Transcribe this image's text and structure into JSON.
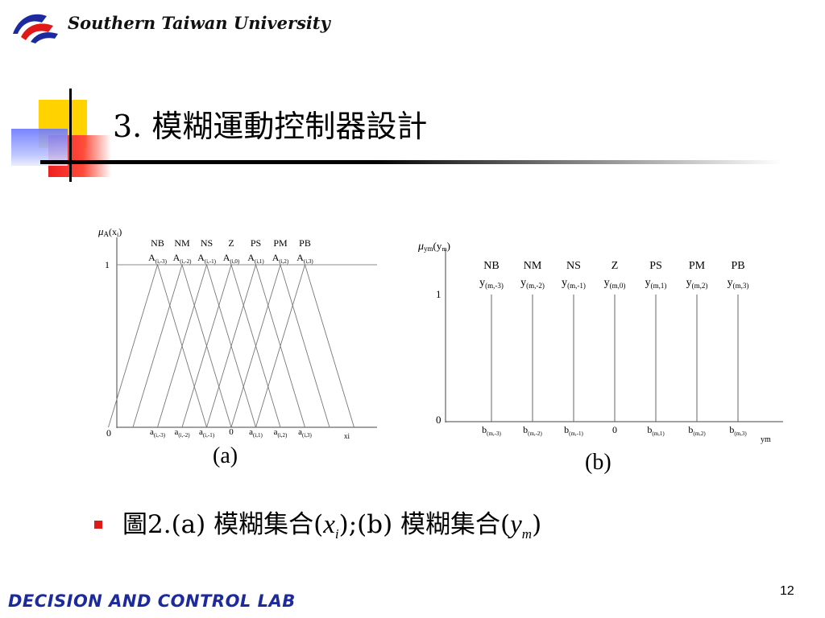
{
  "header": {
    "university": "Southern Taiwan University",
    "logo_icon": "stu-logo-icon"
  },
  "slide": {
    "title": "3. 模糊運動控制器設計",
    "caption": {
      "prefix": "圖2.(a) 模糊集合(",
      "var_a": "x",
      "var_a_sub": "i",
      "middle": ");(b) 模糊集合(",
      "var_b": "y",
      "var_b_sub": "m",
      "suffix": ")"
    }
  },
  "diagram_a": {
    "label": "(a)",
    "y_axis_label": "μ",
    "y_axis_label_sub": "A",
    "y_axis_label_arg": "(x",
    "y_axis_label_arg_sub": "i",
    "y_axis_label_close": ")",
    "y_ticks": [
      "1",
      "0"
    ],
    "x_axis_label": "xi",
    "sets": [
      {
        "name": "NB",
        "a_label": "A",
        "a_sub": "(i,-3)",
        "b_label": "a",
        "b_sub": "(i,-3)",
        "peak": -3
      },
      {
        "name": "NM",
        "a_label": "A",
        "a_sub": "(i,-2)",
        "b_label": "a",
        "b_sub": "(i,-2)",
        "peak": -2
      },
      {
        "name": "NS",
        "a_label": "A",
        "a_sub": "(i,-1)",
        "b_label": "a",
        "b_sub": "(i,-1)",
        "peak": -1
      },
      {
        "name": "Z",
        "a_label": "A",
        "a_sub": "(i,0)",
        "b_label": "0",
        "b_sub": "",
        "peak": 0
      },
      {
        "name": "PS",
        "a_label": "A",
        "a_sub": "(i,1)",
        "b_label": "a",
        "b_sub": "(i,1)",
        "peak": 1
      },
      {
        "name": "PM",
        "a_label": "A",
        "a_sub": "(i,2)",
        "b_label": "a",
        "b_sub": "(i,2)",
        "peak": 2
      },
      {
        "name": "PB",
        "a_label": "A",
        "a_sub": "(i,3)",
        "b_label": "a",
        "b_sub": "(i,3)",
        "peak": 3
      }
    ]
  },
  "diagram_b": {
    "label": "(b)",
    "y_axis_label": "μ",
    "y_axis_label_sub": "ym",
    "y_axis_label_arg": "(y",
    "y_axis_label_arg_sub": "m",
    "y_axis_label_close": ")",
    "y_ticks": [
      "1",
      "0"
    ],
    "x_axis_label": "ym",
    "sets": [
      {
        "name": "NB",
        "a_label": "y",
        "a_sub": "(m,-3)",
        "b_label": "b",
        "b_sub": "(m,-3)",
        "pos": -3
      },
      {
        "name": "NM",
        "a_label": "y",
        "a_sub": "(m,-2)",
        "b_label": "b",
        "b_sub": "(m,-2)",
        "pos": -2
      },
      {
        "name": "NS",
        "a_label": "y",
        "a_sub": "(m,-1)",
        "b_label": "b",
        "b_sub": "(m,-1)",
        "pos": -1
      },
      {
        "name": "Z",
        "a_label": "y",
        "a_sub": "(m,0)",
        "b_label": "0",
        "b_sub": "",
        "pos": 0
      },
      {
        "name": "PS",
        "a_label": "y",
        "a_sub": "(m,1)",
        "b_label": "b",
        "b_sub": "(m,1)",
        "pos": 1
      },
      {
        "name": "PM",
        "a_label": "y",
        "a_sub": "(m,2)",
        "b_label": "b",
        "b_sub": "(m,2)",
        "pos": 2
      },
      {
        "name": "PB",
        "a_label": "y",
        "a_sub": "(m,3)",
        "b_label": "b",
        "b_sub": "(m,3)",
        "pos": 3
      }
    ]
  },
  "footer": {
    "lab": "DECISION AND CONTROL LAB",
    "page_number": "12"
  },
  "colors": {
    "accent_red": "#e01818",
    "accent_yellow": "#ffd200",
    "accent_blue": "#6a78ff",
    "lab_blue": "#1d2a9e"
  }
}
